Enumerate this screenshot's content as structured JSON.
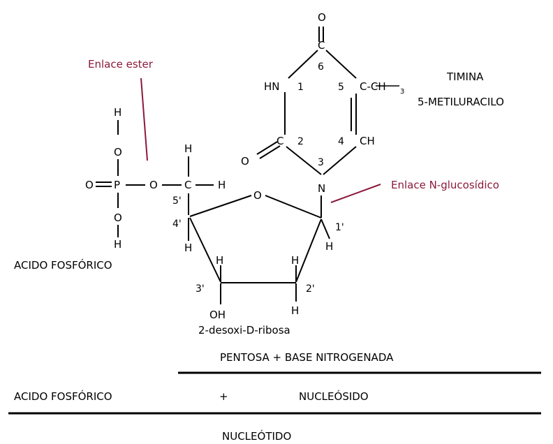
{
  "colors": {
    "ink": "#000000",
    "annotation": "#8b1a3a",
    "background": "#ffffff"
  },
  "labels": {
    "enlace_ester": "Enlace ester",
    "enlace_n": "Enlace N-glucosídico",
    "timina": "TIMINA",
    "metiluracilo": "5-METILURACILO",
    "acido_fosforico": "ACIDO FOSFÓRICO",
    "desoxirribosa": "2-desoxi-D-ribosa",
    "pentosa_base": "PENTOSA  + BASE NITROGENADA",
    "acido_fosforico_2": "ACIDO FOSFÓRICO",
    "plus": "+",
    "nucleosido": "NUCLEÓSIDO",
    "nucleotido": "NUCLEÓTIDO"
  },
  "phosphate": {
    "h_top": "H",
    "o_top": "O",
    "o_double": "O",
    "p": "P",
    "o_ester": "O",
    "o_bottom": "O",
    "h_bottom": "H"
  },
  "sugar": {
    "c5": "C",
    "h5_top": "H",
    "h5_right": "H",
    "ring_o": "O",
    "n5": "5'",
    "n4": "4'",
    "n3": "3'",
    "n2": "2'",
    "n1": "1'",
    "h4": "H",
    "h3": "H",
    "h2": "H",
    "h1": "H",
    "h2_bottom": "H",
    "oh3": "OH"
  },
  "base": {
    "o6": "O",
    "c6": "C",
    "n6": "6",
    "hn1": "HN",
    "n1": "1",
    "n5": "5",
    "cch3": "C-CH",
    "sub3": "3",
    "o2": "O",
    "c2": "C",
    "n2": "2",
    "n4": "4",
    "ch": "CH",
    "n3": "3",
    "n": "N"
  }
}
